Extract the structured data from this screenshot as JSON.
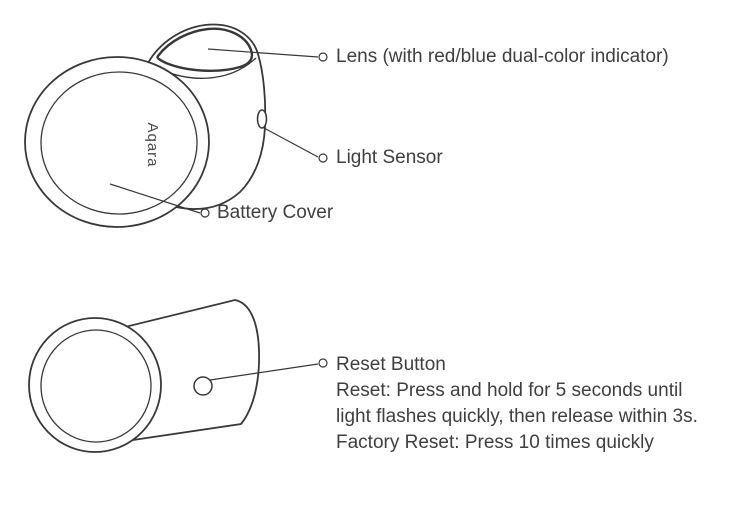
{
  "brand": "Aqara",
  "colors": {
    "line": "#383838",
    "text": "#3f3f3f",
    "background": "#ffffff"
  },
  "diagram_top": {
    "description": "motion sensor front three-quarter view",
    "callouts": {
      "lens": "Lens (with red/blue dual-color indicator)",
      "light_sensor": "Light Sensor",
      "battery_cover": "Battery Cover"
    }
  },
  "diagram_bottom": {
    "description": "motion sensor side view showing reset button",
    "callouts": {
      "reset_button": "Reset Button",
      "reset_instructions": "Reset: Press and hold for 5 seconds until light flashes quickly, then release within 3s.",
      "factory_reset_instructions": "Factory Reset: Press 10 times quickly"
    }
  }
}
